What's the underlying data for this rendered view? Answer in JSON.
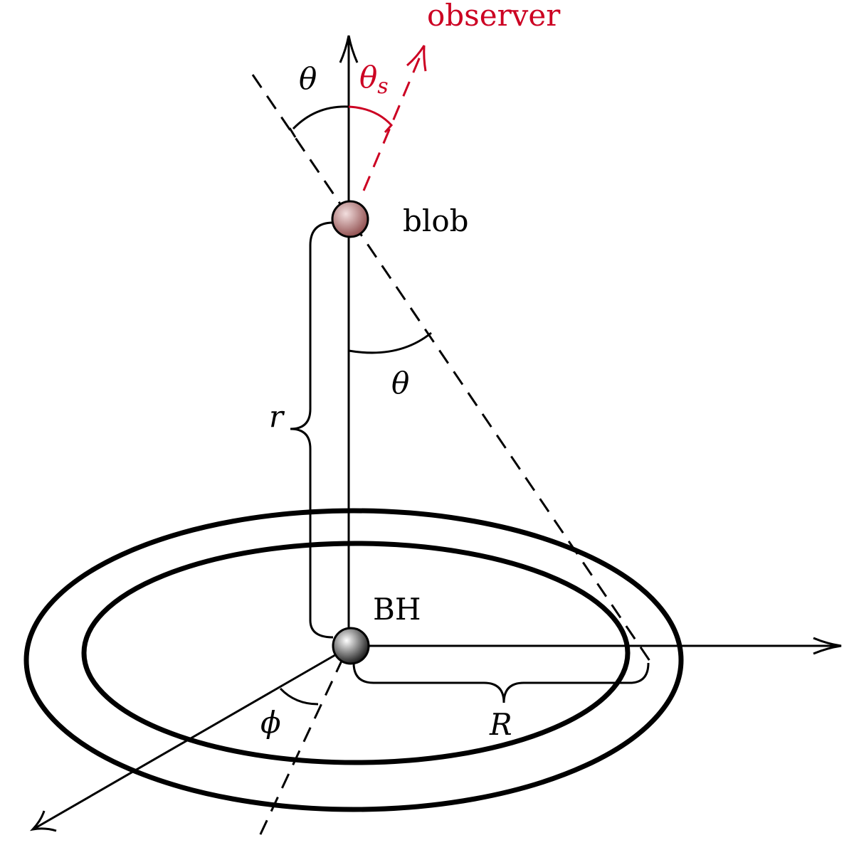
{
  "labels": {
    "observer": "observer",
    "theta_s": "θ",
    "theta_s_sub": "s",
    "theta_top": "θ",
    "theta_mid": "θ",
    "blob": "blob",
    "bh": "BH",
    "r": "r",
    "big_r": "R",
    "phi": "ϕ"
  },
  "colors": {
    "ink": "#000000",
    "observer": "#cc0022",
    "blob_highlight": "#f2dede",
    "blob_shade": "#8c4848",
    "bh_highlight": "#ffffff",
    "bh_shade": "#111111"
  }
}
